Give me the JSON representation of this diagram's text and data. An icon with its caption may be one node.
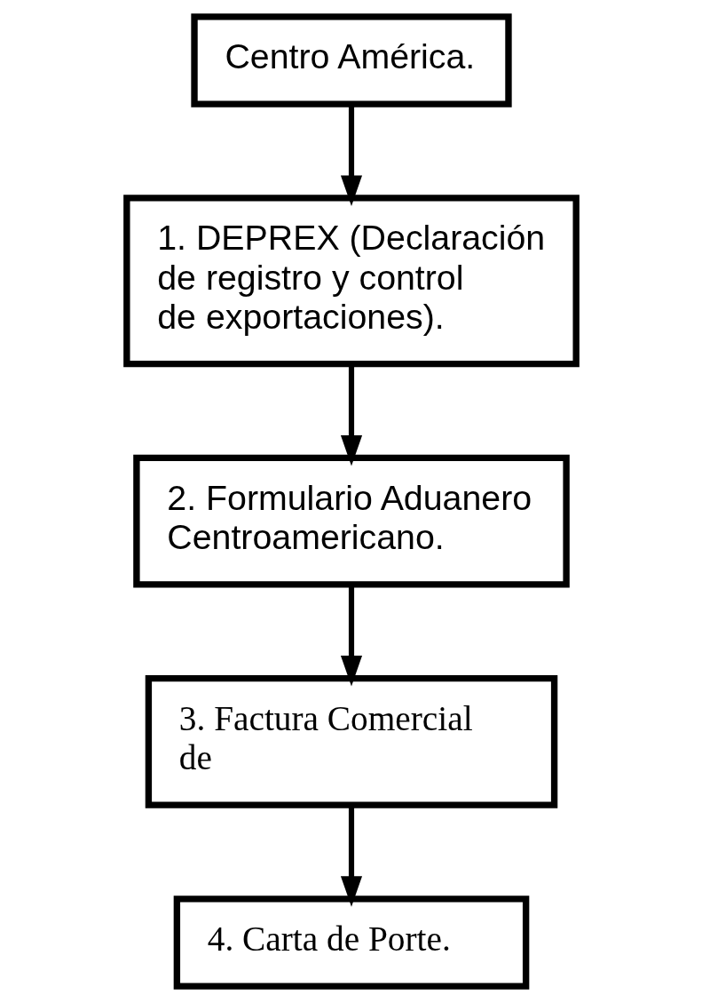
{
  "diagram": {
    "nodes": [
      {
        "text": [
          "Centro América."
        ]
      },
      {
        "text": [
          "1. DEPREX (Declaración de registro y control de exportaciones)."
        ]
      },
      {
        "text": [
          "2. Formulario Aduanero Centroamericano."
        ]
      },
      {
        "text": [
          "3. Factura Comercial de"
        ]
      },
      {
        "text": [
          "4. Carta de Porte."
        ]
      }
    ],
    "edges": [
      {
        "from": 0,
        "to": 1,
        "arrow": "to"
      },
      {
        "from": 1,
        "to": 2,
        "arrow": "to"
      },
      {
        "from": 2,
        "to": 3,
        "arrow": "to"
      },
      {
        "from": 3,
        "to": 4,
        "arrow": "to"
      }
    ]
  }
}
